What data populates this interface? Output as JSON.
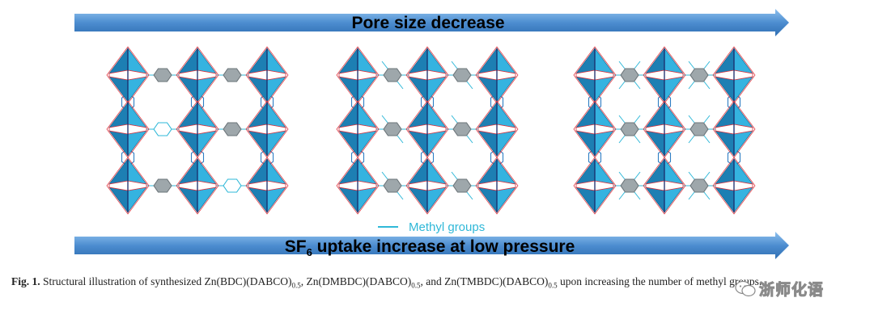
{
  "arrows": {
    "top_label": "Pore size decrease",
    "bottom_label_main": "SF",
    "bottom_label_sub": "6",
    "bottom_label_rest": " uptake increase at low pressure"
  },
  "legend": {
    "label": "Methyl groups"
  },
  "caption": {
    "fig": "Fig.  1.",
    "text1": " Structural illustration of synthesized Zn(BDC)(DABCO)",
    "sub1": "0.5",
    "text2": ", Zn(DMBDC)(DABCO)",
    "sub2": "0.5",
    "text3": ", and Zn(TMBDC)(DABCO)",
    "sub3": "0.5",
    "text4": " upon increasing the number of methyl groups."
  },
  "watermark": {
    "text": "浙师化语"
  },
  "colors": {
    "arrow_fill": "#4f8fd2",
    "octahedron_dark": "#1d7fb3",
    "octahedron_light": "#35b3e0",
    "linker_gray": "#9ea7ab",
    "methyl": "#2fb8d8",
    "dabco": "#2f7ec3",
    "pink": "#e0303a"
  },
  "structures": [
    {
      "name": "Zn(BDC)(DABCO)0.5",
      "methyls_per_linker": 0
    },
    {
      "name": "Zn(DMBDC)(DABCO)0.5",
      "methyls_per_linker": 2
    },
    {
      "name": "Zn(TMBDC)(DABCO)0.5",
      "methyls_per_linker": 4
    }
  ]
}
